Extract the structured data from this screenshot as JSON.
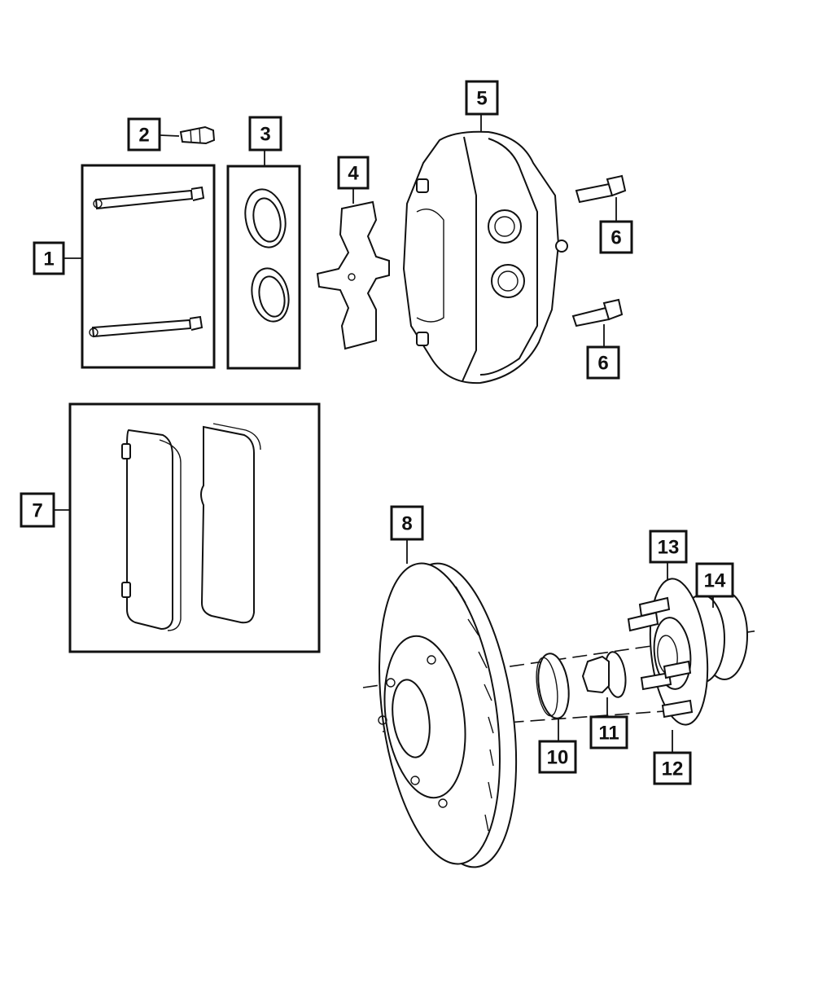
{
  "callouts": {
    "c1": "1",
    "c2": "2",
    "c3": "3",
    "c4": "4",
    "c5": "5",
    "c6a": "6",
    "c6b": "6",
    "c7": "7",
    "c8": "8",
    "c10": "10",
    "c11": "11",
    "c12": "12",
    "c13": "13",
    "c14": "14"
  },
  "colors": {
    "line": "#111111",
    "background": "#ffffff"
  }
}
